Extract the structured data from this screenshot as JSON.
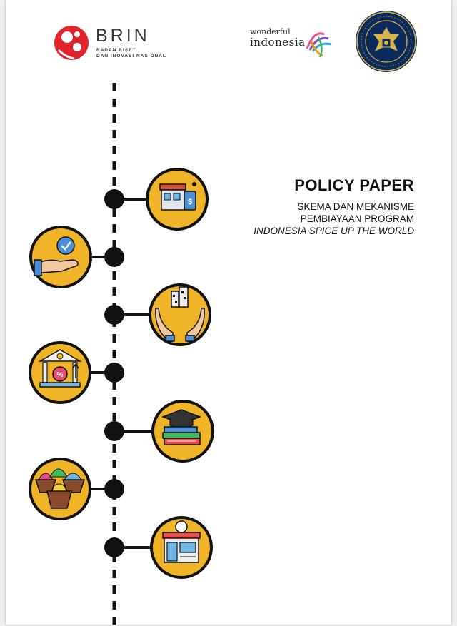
{
  "header": {
    "brin": {
      "name": "BRIN",
      "sub_line1": "BADAN RISET",
      "sub_line2": "DAN INOVASI NASIONAL"
    },
    "wonderful": {
      "line1": "wonderful",
      "line2": "indonesia"
    },
    "seal_icon": "kemenparekraf-garuda-seal"
  },
  "cover": {
    "title": "POLICY PAPER",
    "subtitle_line1": "SKEMA DAN MEKANISME",
    "subtitle_line2": "PEMBIAYAAN PROGRAM",
    "subtitle_line3": "INDONESIA SPICE UP THE WORLD"
  },
  "timeline": {
    "icons": [
      "store-payment-icon",
      "hand-approval-icon",
      "hands-buildings-icon",
      "bank-interest-icon",
      "books-graduation-icon",
      "spice-bowls-icon",
      "shopfront-icon"
    ]
  },
  "colors": {
    "circle_fill": "#F0B429",
    "outline": "#1a1a1a",
    "brin_red": "#e0242b"
  }
}
